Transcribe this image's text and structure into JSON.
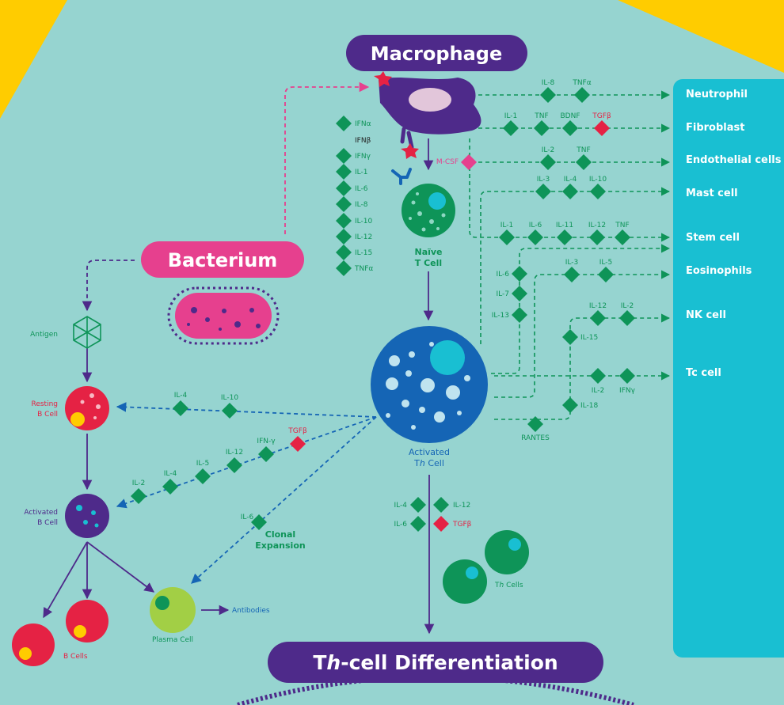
{
  "titles": {
    "macrophage": "Macrophage",
    "bacterium": "Bacterium",
    "differentiation_prefix": "T",
    "differentiation_italic": "h",
    "differentiation_suffix": "-cell Differentiation"
  },
  "labels": {
    "naive_line1": "Naïve",
    "naive_line2": "T Cell",
    "activated_line1": "Activated",
    "activated_T": "T",
    "activated_h": "h",
    "activated_cell": " Cell",
    "antigen": "Antigen",
    "resting_line1": "Resting",
    "resting_line2": "B Cell",
    "activated_b_line1": "Activated",
    "activated_b_line2": "B Cell",
    "b_cells": "B Cells",
    "plasma_cell": "Plasma Cell",
    "antibodies": "Antibodies",
    "clonal_line1": "Clonal",
    "clonal_line2": "Expansion",
    "th_T": "T",
    "th_h": "h",
    "th_cells": " Cells",
    "mcsf": "M-CSF",
    "rantes": "RANTES"
  },
  "macrophage_cytokines": [
    {
      "label": "IFNα",
      "marker": true
    },
    {
      "label": "IFNβ",
      "marker": false
    },
    {
      "label": "IFNγ",
      "marker": true
    },
    {
      "label": "IL-1",
      "marker": true
    },
    {
      "label": "IL-6",
      "marker": true
    },
    {
      "label": "IL-8",
      "marker": true
    },
    {
      "label": "IL-10",
      "marker": true
    },
    {
      "label": "IL-12",
      "marker": true
    },
    {
      "label": "IL-15",
      "marker": true
    },
    {
      "label": "TNFα",
      "marker": true
    }
  ],
  "targets": [
    "Neutrophil",
    "Fibroblast",
    "Endothelial cells",
    "Mast cell",
    "Stem cell",
    "Eosinophils",
    "NK cell",
    "Tc cell"
  ],
  "target_rows": [
    {
      "cytokines": [
        "IL-8",
        "TNFα"
      ],
      "red": []
    },
    {
      "cytokines": [
        "IL-1",
        "TNF",
        "BDNF",
        "TGFβ"
      ],
      "red": [
        "TGFβ"
      ]
    },
    {
      "cytokines": [
        "IL-2",
        "TNF"
      ],
      "red": []
    },
    {
      "cytokines": [
        "IL-3",
        "IL-4",
        "IL-10"
      ],
      "red": []
    },
    {
      "cytokines": [
        "IL-1",
        "IL-6",
        "IL-11",
        "IL-12",
        "TNF"
      ],
      "red": []
    },
    {
      "cytokines": [
        "IL-3",
        "IL-5"
      ],
      "red": []
    },
    {
      "cytokines": [
        "IL-12",
        "IL-2"
      ],
      "red": []
    },
    {
      "cytokines": [
        "IL-2",
        "IFNγ"
      ],
      "red": []
    }
  ],
  "side_cytokines": [
    "IL-6",
    "IL-7",
    "IL-13",
    "IL-15",
    "IL-18"
  ],
  "b_path_upper": [
    "IL-4",
    "IL-10"
  ],
  "b_path_lower": [
    "IL-2",
    "IL-4",
    "IL-5",
    "IL-12",
    "IFN-γ",
    "TGFβ"
  ],
  "plasma_cytokine": "IL-6",
  "th_cytokines": [
    "IL-4",
    "IL-12",
    "IL-6",
    "TGFβ"
  ],
  "colors": {
    "background": "#96d4d0",
    "purple": "#4e2a8a",
    "pink": "#e6408e",
    "green": "#0e9458",
    "red": "#e52244",
    "blue": "#1565b5",
    "cyan": "#19bfd2",
    "yellow": "#ffcc00"
  }
}
